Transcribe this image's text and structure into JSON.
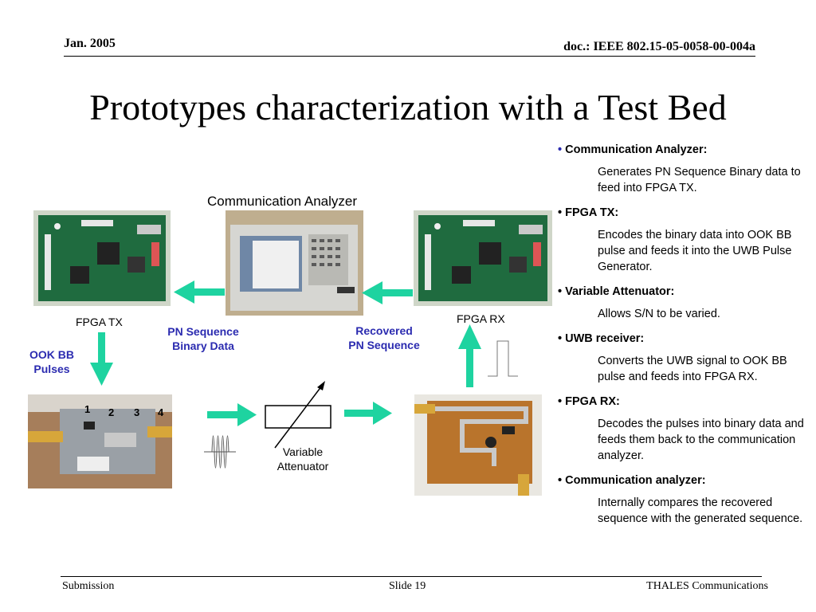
{
  "header": {
    "date": "Jan. 2005",
    "doc_id": "doc.: IEEE 802.15-05-0058-00-004a"
  },
  "title": "Prototypes characterization with a Test Bed",
  "diagram": {
    "analyzer_label": "Communication Analyzer",
    "fpga_tx_label": "FPGA TX",
    "fpga_rx_label": "FPGA RX",
    "pn_line1": "PN Sequence",
    "pn_line2": "Binary Data",
    "recovered_line1": "Recovered",
    "recovered_line2": "PN Sequence",
    "ook_line1": "OOK BB",
    "ook_line2": "Pulses",
    "attenuator_line1": "Variable",
    "attenuator_line2": "Attenuator",
    "ruler_marks": [
      "1",
      "2",
      "3",
      "4"
    ],
    "arrow_color": "#1ed3a0",
    "label_blue": "#2b2bb0"
  },
  "bullets": [
    {
      "marker": "•",
      "head": "Communication Analyzer:",
      "desc": "Generates PN Sequence Binary data to feed into FPGA TX."
    },
    {
      "marker": "•",
      "head": "FPGA TX:",
      "desc": "Encodes the binary data into OOK BB pulse and feeds it into the UWB Pulse Generator."
    },
    {
      "marker": "•",
      "head": "Variable Attenuator:",
      "desc": "Allows S/N to be varied."
    },
    {
      "marker": "•",
      "head": "UWB receiver:",
      "desc": "Converts the UWB signal to OOK BB pulse and feeds into FPGA RX."
    },
    {
      "marker": "•",
      "head": "FPGA RX:",
      "desc": "Decodes the pulses into binary data and feeds them back to the communication analyzer."
    },
    {
      "marker": "•",
      "head": "Communication analyzer:",
      "desc": "Internally compares the recovered sequence with the generated sequence."
    }
  ],
  "footer": {
    "left": "Submission",
    "center": "Slide 19",
    "right": "THALES Communications"
  }
}
